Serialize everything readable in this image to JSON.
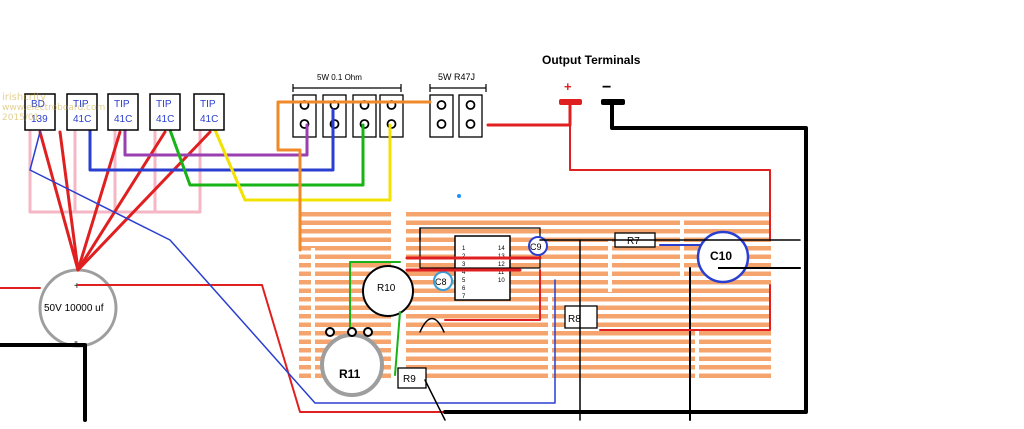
{
  "title": "Output Terminals",
  "terminals": {
    "plus": "+",
    "minus": "−"
  },
  "resistors_top": {
    "group1_label": "5W 0.1 Ohm",
    "group2_label": "5W R47J"
  },
  "transistors": [
    {
      "line1": "BD",
      "line2": "139"
    },
    {
      "line1": "TIP",
      "line2": "41C"
    },
    {
      "line1": "TIP",
      "line2": "41C"
    },
    {
      "line1": "TIP",
      "line2": "41C"
    },
    {
      "line1": "TIP",
      "line2": "41C"
    }
  ],
  "watermark": {
    "line1": "irishcrfty",
    "line2": "www.electroboard.com",
    "line3": "2015/01"
  },
  "capacitor_main": {
    "label": "50V 10000 uf",
    "plus": "+",
    "minus": "-"
  },
  "components": {
    "r7": "R7",
    "r8": "R8",
    "r9": "R9",
    "r10": "R10",
    "r11": "R11",
    "c8": "C8",
    "c9": "C9",
    "c10": "C10"
  },
  "ic": {
    "pins_left": [
      "1",
      "2",
      "3",
      "4",
      "5",
      "6",
      "7"
    ],
    "pins_right": [
      "14",
      "13",
      "12",
      "11",
      "10"
    ]
  },
  "colors": {
    "red": "#e02020",
    "blue": "#2a3fd0",
    "green": "#17b317",
    "yellow": "#f2e200",
    "pink": "#f5b7c6",
    "purple": "#9a3fb0",
    "orange": "#f0892a",
    "black": "#000000",
    "strip": "#f5a46e",
    "grey": "#9e9e9e"
  }
}
